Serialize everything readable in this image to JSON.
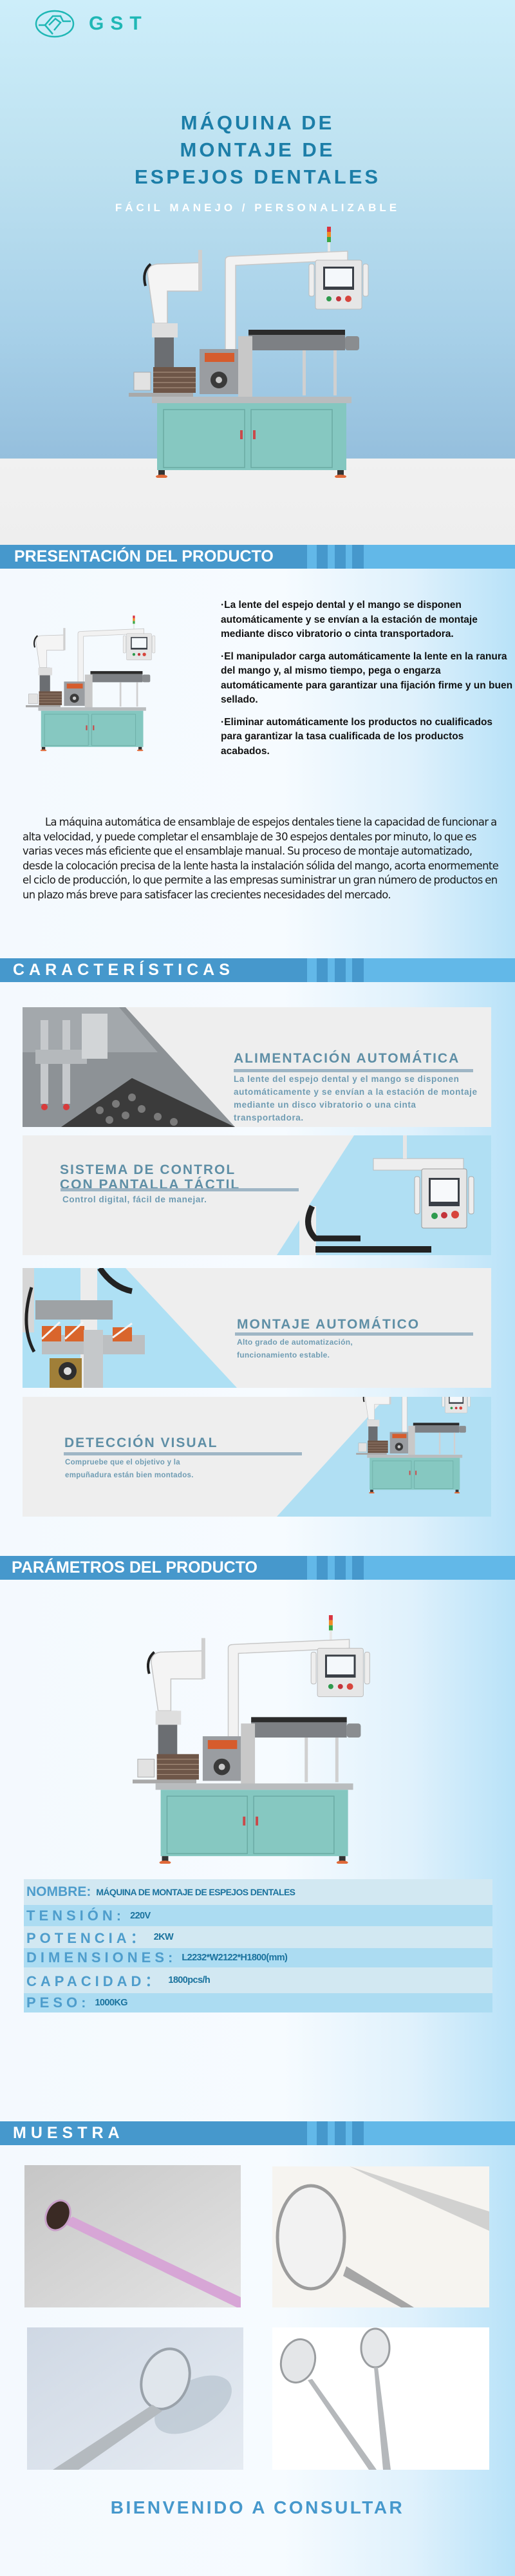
{
  "brand": {
    "logo_icon": "gst-logo-icon",
    "name": "GST"
  },
  "hero": {
    "title_lines": [
      "MÁQUINA DE",
      "MONTAJE DE",
      "ESPEJOS DENTALES"
    ],
    "subtitle": "FÁCIL MANEJO / PERSONALIZABLE",
    "image": "dental-mirror-assembly-machine"
  },
  "colors": {
    "title_blue": "#1c7ea8",
    "banner_dark": "#4698cc",
    "banner_light": "#62b8e8",
    "logo_teal": "#1fb7b5",
    "feature_title": "#5f8fa6",
    "param_key": "#4e9dcc",
    "param_value": "#1b739e",
    "cabinet_teal": "#84c7c0"
  },
  "sections": {
    "presentation": {
      "heading": "PRESENTACIÓN DEL PRODUCTO",
      "bullets": [
        "·La lente del espejo dental y el mango se disponen automáticamente y se envían a la estación de montaje mediante disco vibratorio o cinta transportadora.",
        "·El manipulador carga automáticamente la lente en la ranura del mango y, al mismo tiempo, pega o engarza automáticamente para garantizar una fijación firme y un buen sellado.",
        "·Eliminar automáticamente los productos no cualificados para garantizar la tasa cualificada de los productos acabados."
      ],
      "paragraph": "La máquina automática de ensamblaje de espejos dentales tiene la capacidad de funcionar a alta velocidad, y puede completar el ensamblaje de 30 espejos dentales por minuto, lo que es varias veces más eficiente que el ensamblaje manual. Su proceso de montaje automatizado, desde la colocación precisa de la lente hasta la instalación sólida del mango, acorta enormemente el ciclo de producción, lo que permite a las empresas suministrar un gran número de productos en un plazo más breve para satisfacer las crecientes necesidades del mercado."
    },
    "features": {
      "heading": "CARACTERÍSTICAS",
      "items": [
        {
          "title": "ALIMENTACIÓN AUTOMÁTICA",
          "description": "La lente del espejo dental y el mango se disponen automáticamente y se envían a la estación de montaje mediante un disco vibratorio o una cinta transportadora."
        },
        {
          "title_lines": [
            "SISTEMA DE CONTROL",
            "CON PANTALLA TÁCTIL"
          ],
          "description": "Control digital, fácil de manejar."
        },
        {
          "title": "MONTAJE AUTOMÁTICO",
          "description_lines": [
            "Alto grado de automatización,",
            "funcionamiento estable."
          ]
        },
        {
          "title": "DETECCIÓN VISUAL",
          "description_lines": [
            "Compruebe que el objetivo y la",
            "empuñadura están bien montados."
          ]
        }
      ]
    },
    "parameters": {
      "heading": "PARÁMETROS DEL PRODUCTO",
      "rows": [
        {
          "key": "NOMBRE:",
          "value": "MÁQUINA DE MONTAJE DE ESPEJOS DENTALES"
        },
        {
          "key": "TENSIÓN:",
          "value": "220V"
        },
        {
          "key": "POTENCIA：",
          "value": "2KW"
        },
        {
          "key": "DIMENSIONES:",
          "value": "L2232*W2122*H1800(mm)"
        },
        {
          "key": "CAPACIDAD：",
          "value": "1800pcs/h"
        },
        {
          "key": "PESO:",
          "value": "1000KG"
        }
      ]
    },
    "samples": {
      "heading": "MUESTRA",
      "images": [
        "pink-handle-dental-mirror",
        "steel-dental-mirror-closeup",
        "steel-dental-mirror-on-blue",
        "two-steel-dental-mirrors"
      ]
    }
  },
  "footer": {
    "cta": "BIENVENIDO A CONSULTAR"
  }
}
